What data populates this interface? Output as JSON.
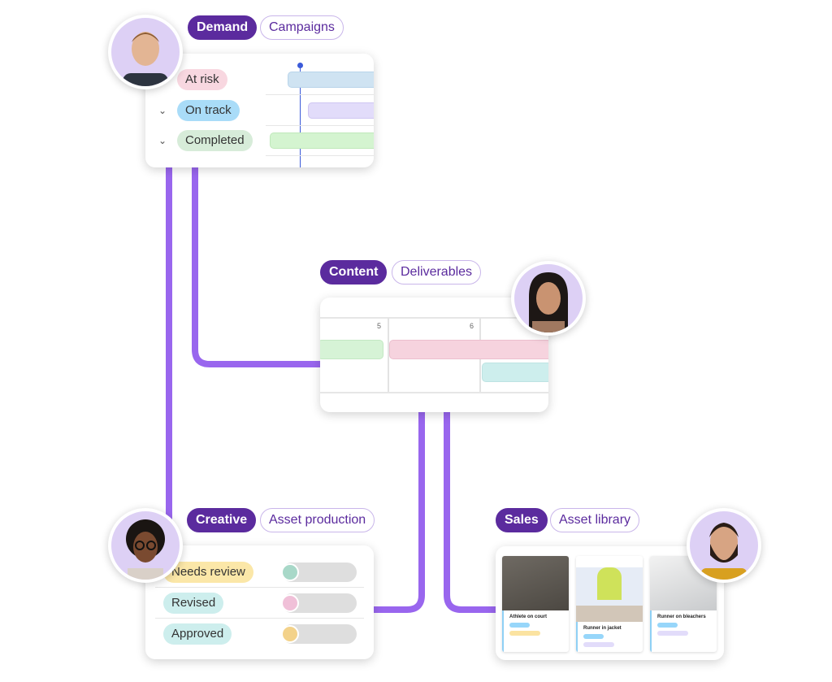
{
  "demand": {
    "tag": "Demand",
    "subtag": "Campaigns",
    "statuses": [
      "At risk",
      "On track",
      "Completed"
    ]
  },
  "content": {
    "tag": "Content",
    "subtag": "Deliverables",
    "days": [
      "5",
      "6"
    ]
  },
  "creative": {
    "tag": "Creative",
    "subtag": "Asset production",
    "statuses": [
      "Needs review",
      "Revised",
      "Approved"
    ]
  },
  "sales": {
    "tag": "Sales",
    "subtag": "Asset library",
    "assets": [
      "Athlete on court",
      "Runner in jacket",
      "Runner on bleachers"
    ]
  },
  "colors": {
    "line": "#9966ee",
    "accent": "#5b2b9e"
  }
}
